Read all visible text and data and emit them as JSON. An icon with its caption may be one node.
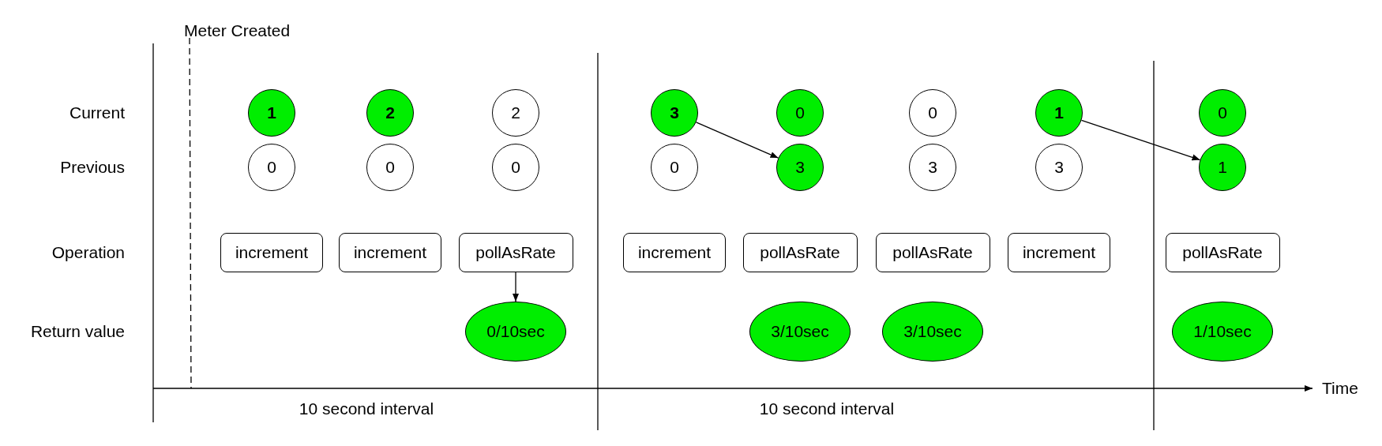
{
  "diagram": {
    "nodes": [
      {
        "text": [
          "1"
        ]
      },
      {
        "text": [
          "2"
        ]
      },
      {
        "text": [
          "2"
        ]
      },
      {
        "text": [
          "3"
        ]
      },
      {
        "text": [
          "0"
        ]
      },
      {
        "text": [
          "0"
        ]
      },
      {
        "text": [
          "1"
        ]
      },
      {
        "text": [
          "0"
        ]
      },
      {
        "text": [
          "0"
        ]
      },
      {
        "text": [
          "0"
        ]
      },
      {
        "text": [
          "0"
        ]
      },
      {
        "text": [
          "0"
        ]
      },
      {
        "text": [
          "3"
        ]
      },
      {
        "text": [
          "3"
        ]
      },
      {
        "text": [
          "3"
        ]
      },
      {
        "text": [
          "1"
        ]
      },
      {
        "text": [
          "increment"
        ]
      },
      {
        "text": [
          "increment"
        ]
      },
      {
        "text": [
          "pollAsRate"
        ]
      },
      {
        "text": [
          "increment"
        ]
      },
      {
        "text": [
          "pollAsRate"
        ]
      },
      {
        "text": [
          "pollAsRate"
        ]
      },
      {
        "text": [
          "increment"
        ]
      },
      {
        "text": [
          "pollAsRate"
        ]
      },
      {
        "text": [
          "0/10sec"
        ]
      },
      {
        "text": [
          "3/10sec"
        ]
      },
      {
        "text": [
          "3/10sec"
        ]
      },
      {
        "text": [
          "1/10sec"
        ]
      }
    ],
    "edges": [
      {
        "from": 18,
        "to": 24,
        "arrow": "to"
      },
      {
        "from": 3,
        "to": 12,
        "arrow": "to"
      },
      {
        "from": 6,
        "to": 15,
        "arrow": "to"
      }
    ],
    "labels": [
      "Meter Created",
      "Current",
      "Previous",
      "Operation",
      "Return value",
      "Time",
      "10 second interval",
      "10 second interval"
    ]
  }
}
